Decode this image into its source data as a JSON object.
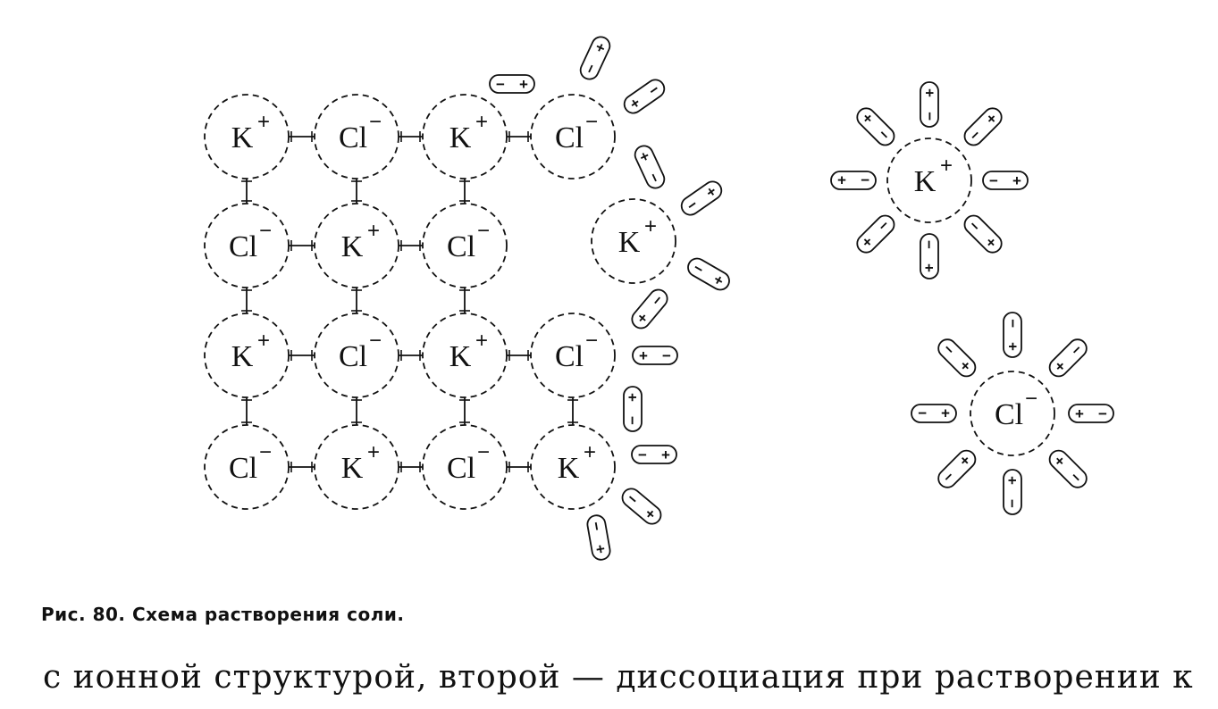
{
  "lattice": {
    "rows": [
      [
        "K",
        "Cl",
        "K",
        "Cl"
      ],
      [
        "Cl",
        "K",
        "Cl",
        ""
      ],
      [
        "K",
        "Cl",
        "K",
        "Cl"
      ],
      [
        "Cl",
        "K",
        "Cl",
        "K"
      ]
    ],
    "detached_ion": "K"
  },
  "hydrated_ions": [
    {
      "symbol": "K"
    },
    {
      "symbol": "Cl"
    }
  ],
  "signs": {
    "K": "+",
    "Cl": "−"
  },
  "dipole": {
    "plus": "+",
    "minus": "−"
  },
  "caption": "Рис. 80. Схема растворения соли.",
  "body_text": "с ионной структурой, второй — диссоциация при растворении к"
}
